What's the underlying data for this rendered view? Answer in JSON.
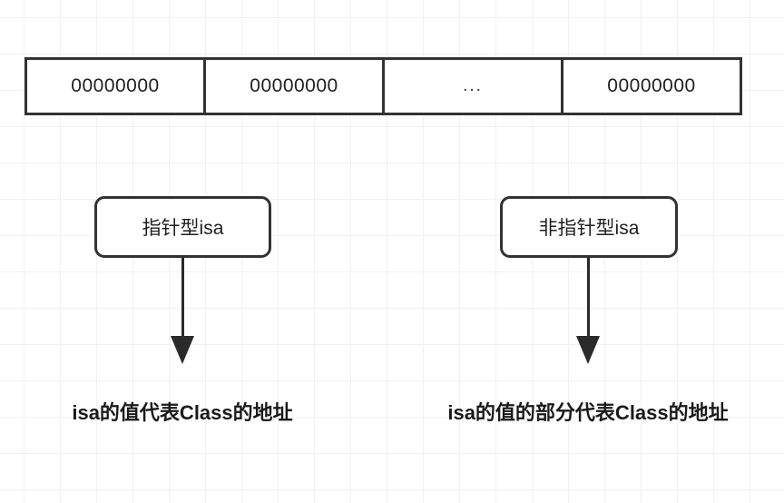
{
  "diagram": {
    "title": "isa pointer representation",
    "background": {
      "page_color": "#ffffff",
      "grid_color": "#f1f1f1",
      "grid_size": 40
    },
    "stroke_color": "#333333",
    "arrow_color": "#2a2a2a",
    "text_color": "#1f1f1f",
    "memory_row": {
      "name": "isa-byte-table",
      "cells": [
        {
          "value": "00000000",
          "kind": "bits"
        },
        {
          "value": "00000000",
          "kind": "bits"
        },
        {
          "value": "...",
          "kind": "ellipsis"
        },
        {
          "value": "00000000",
          "kind": "bits"
        }
      ]
    },
    "branches": [
      {
        "id": "pointer",
        "box_label": "指针型isa",
        "caption": "isa的值代表Class的地址"
      },
      {
        "id": "non-pointer",
        "box_label": "非指针型isa",
        "caption": "isa的值的部分代表Class的地址"
      }
    ]
  }
}
